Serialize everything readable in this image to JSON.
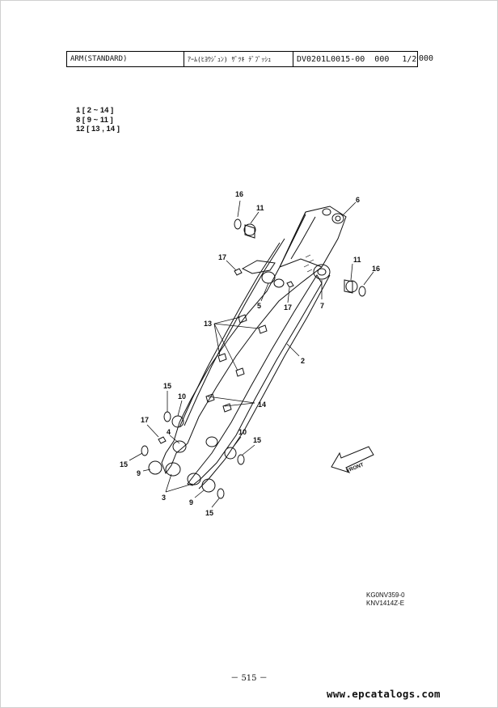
{
  "header": {
    "title": "ARM(STANDARD)",
    "title_jp": "ｱｰﾑ(ﾋﾖｳｼﾞｭﾝ) ｻﾞﾂｷ ﾃﾞﾌﾞｯｼｭ",
    "doc_code": "DV0201L0015-00",
    "rev": "000",
    "sheet": "1/2",
    "suffix": "000"
  },
  "groups": [
    "1 [ 2 ~ 14 ]",
    "8 [ 9 ~ 11 ]",
    "12 [ 13 , 14 ]"
  ],
  "diagram": {
    "labels": [
      "16",
      "11",
      "6",
      "17",
      "11",
      "16",
      "5",
      "17",
      "7",
      "13",
      "2",
      "15",
      "10",
      "14",
      "17",
      "4",
      "10",
      "15",
      "15",
      "9",
      "3",
      "9",
      "15"
    ],
    "front_arrow": "FRONT"
  },
  "codes": [
    "KG0NV359-0",
    "KNV1414Z-E"
  ],
  "page_number": "－ 515 －",
  "watermark": "www.epcatalogs.com"
}
